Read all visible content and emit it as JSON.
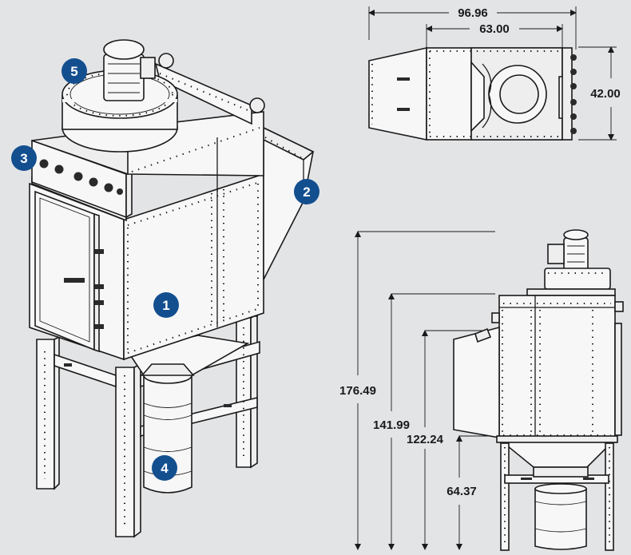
{
  "badges": {
    "1": "1",
    "2": "2",
    "3": "3",
    "4": "4",
    "5": "5"
  },
  "dimensions": {
    "top_overall_width": "96.96",
    "top_inner_width": "63.00",
    "top_depth": "42.00",
    "side_total_height": "176.49",
    "side_height_2": "141.99",
    "side_height_3": "122.24",
    "side_height_4": "64.37"
  },
  "colors": {
    "background": "#e3e4e6",
    "badge": "#134f8f",
    "line": "#1a1a1a"
  }
}
